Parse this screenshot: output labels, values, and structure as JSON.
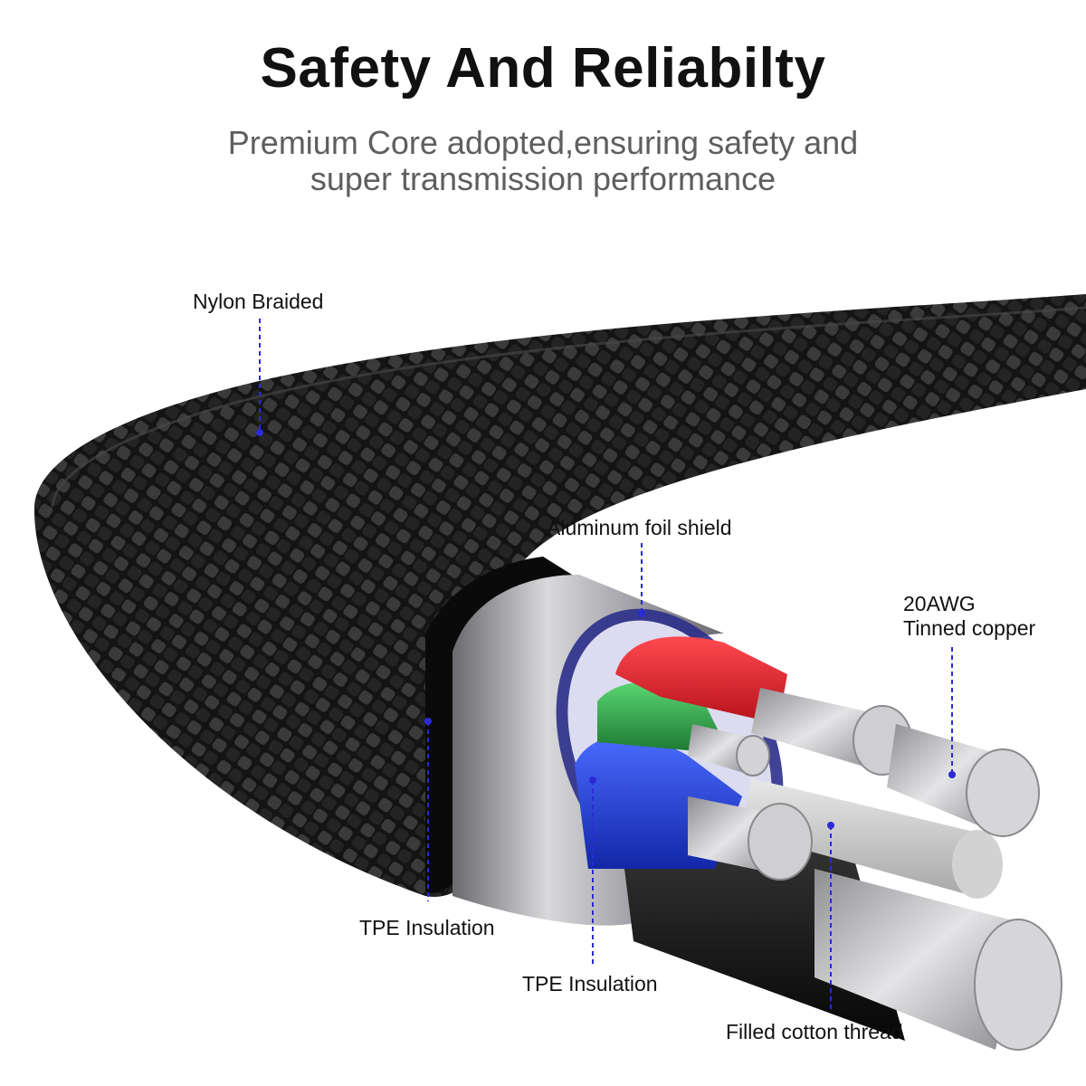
{
  "title": "Safety And Reliabilty",
  "subtitle": {
    "line1": "Premium Core adopted,ensuring safety and",
    "line2": "super transmission performance"
  },
  "labels": {
    "nylon": "Nylon Braided",
    "foil": "Aluminum foil shield",
    "copper_line1": "20AWG",
    "copper_line2": "Tinned copper",
    "tpe_left": "TPE Insulation",
    "tpe_center": "TPE Insulation",
    "cotton": "Filled cotton thread"
  },
  "colors": {
    "leader_line": "#2b2bd6",
    "braid": "#1c1c1c",
    "wire_red": "#e3232b",
    "wire_green": "#2fa84a",
    "wire_blue": "#1f3fe0",
    "wire_black": "#151515",
    "copper": "#c9c9cc"
  }
}
